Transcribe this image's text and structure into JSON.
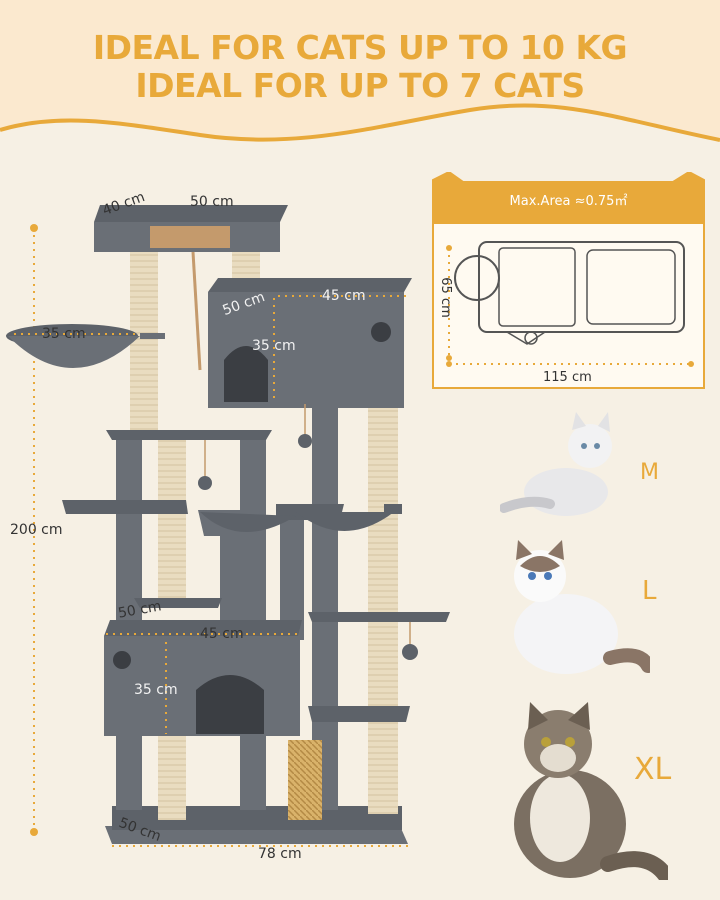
{
  "headline": {
    "line1": "IDEAL FOR CATS UP TO 10 KG",
    "line2": "IDEAL FOR UP TO 7 CATS"
  },
  "colors": {
    "accent": "#e8a93a",
    "background": "#f6f0e4",
    "plush": "#5d6269",
    "sisal": "#e9dcc0"
  },
  "dimensions": {
    "total_height": "200 cm",
    "top_depth": "40 cm",
    "top_width": "50 cm",
    "hammock_width": "35 cm",
    "upper_condo_depth": "50 cm",
    "upper_condo_width": "45 cm",
    "upper_condo_height": "35 cm",
    "lower_condo_depth": "50 cm",
    "lower_condo_width": "45 cm",
    "lower_condo_height": "35 cm",
    "base_depth": "50 cm",
    "base_width": "78 cm"
  },
  "footprint": {
    "max_area": "Max.Area ≈0.75㎡",
    "depth": "65 cm",
    "width": "115 cm"
  },
  "cat_sizes": [
    "M",
    "L",
    "XL"
  ]
}
